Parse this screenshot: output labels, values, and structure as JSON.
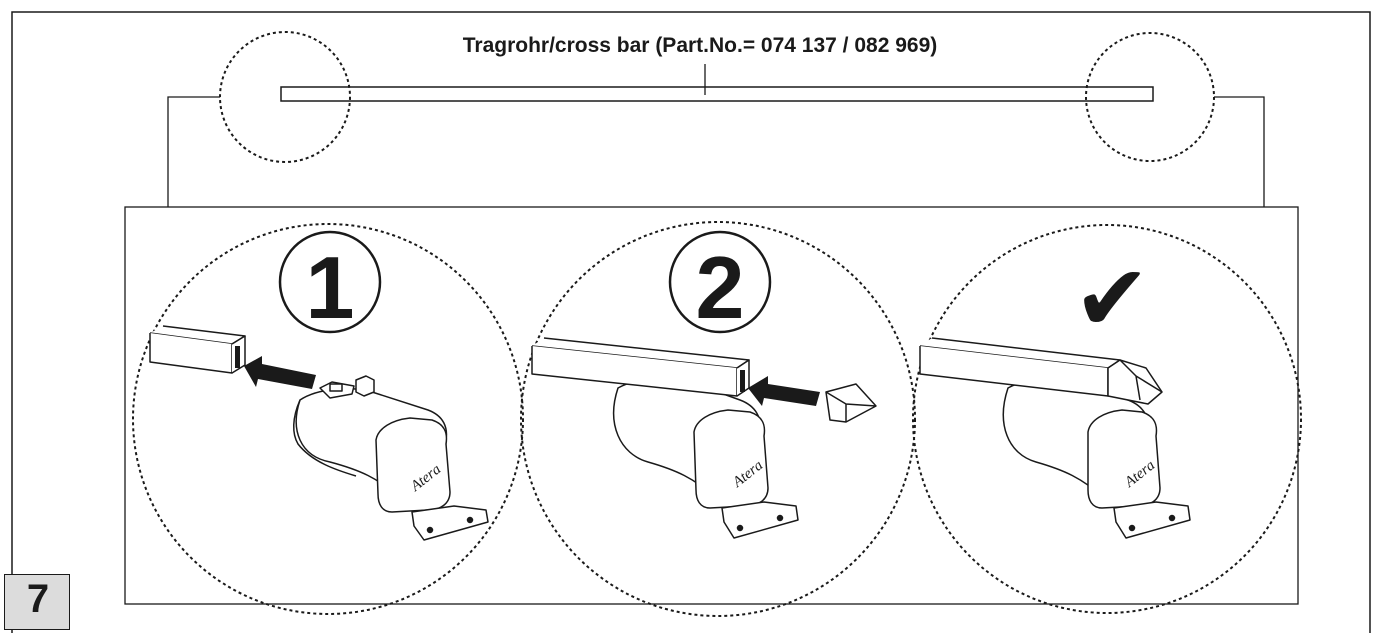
{
  "diagram": {
    "title": "Tragrohr/cross bar (Part.No.= 074 137 / 082 969)",
    "step_number": "7",
    "steps": [
      {
        "marker": "1",
        "brand": "Atera"
      },
      {
        "marker": "2",
        "brand": "Atera"
      },
      {
        "marker": "✔",
        "brand": "Atera"
      }
    ],
    "colors": {
      "line": "#1a1a1a",
      "badge_fill": "#dcdcdc",
      "background": "#ffffff"
    }
  }
}
